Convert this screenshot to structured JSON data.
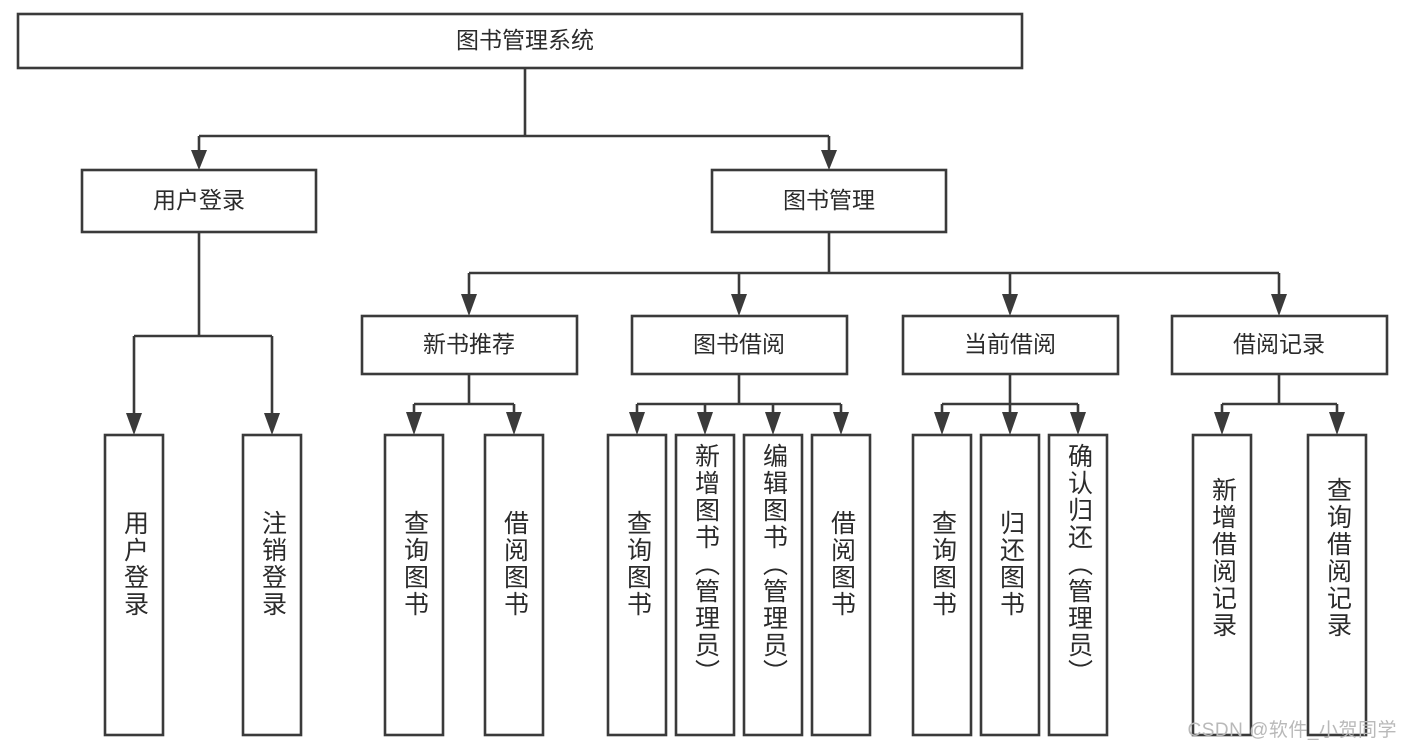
{
  "diagram": {
    "title": "图书管理系统",
    "type": "hierarchy-tree",
    "colors": {
      "stroke": "#3a3a3a",
      "fill": "#ffffff",
      "text": "#2b2b2b",
      "watermark": "#b9b9b9"
    },
    "levels": {
      "root": {
        "label": "图书管理系统"
      },
      "level2": [
        {
          "label": "用户登录"
        },
        {
          "label": "图书管理"
        }
      ],
      "level3": [
        {
          "label": "新书推荐"
        },
        {
          "label": "图书借阅"
        },
        {
          "label": "当前借阅"
        },
        {
          "label": "借阅记录"
        }
      ],
      "leaves": [
        {
          "label": "用户登录",
          "parent": "用户登录"
        },
        {
          "label": "注销登录",
          "parent": "用户登录"
        },
        {
          "label": "查询图书",
          "parent": "新书推荐"
        },
        {
          "label": "借阅图书",
          "parent": "新书推荐"
        },
        {
          "label": "查询图书",
          "parent": "图书借阅"
        },
        {
          "label": "新增图书（管理员）",
          "parent": "图书借阅"
        },
        {
          "label": "编辑图书（管理员）",
          "parent": "图书借阅"
        },
        {
          "label": "借阅图书",
          "parent": "图书借阅"
        },
        {
          "label": "查询图书",
          "parent": "当前借阅"
        },
        {
          "label": "归还图书",
          "parent": "当前借阅"
        },
        {
          "label": "确认归还（管理员）",
          "parent": "当前借阅"
        },
        {
          "label": "新增借阅记录",
          "parent": "借阅记录"
        },
        {
          "label": "查询借阅记录",
          "parent": "借阅记录"
        }
      ]
    }
  },
  "watermark": {
    "text": "CSDN @软件_小贺同学"
  }
}
